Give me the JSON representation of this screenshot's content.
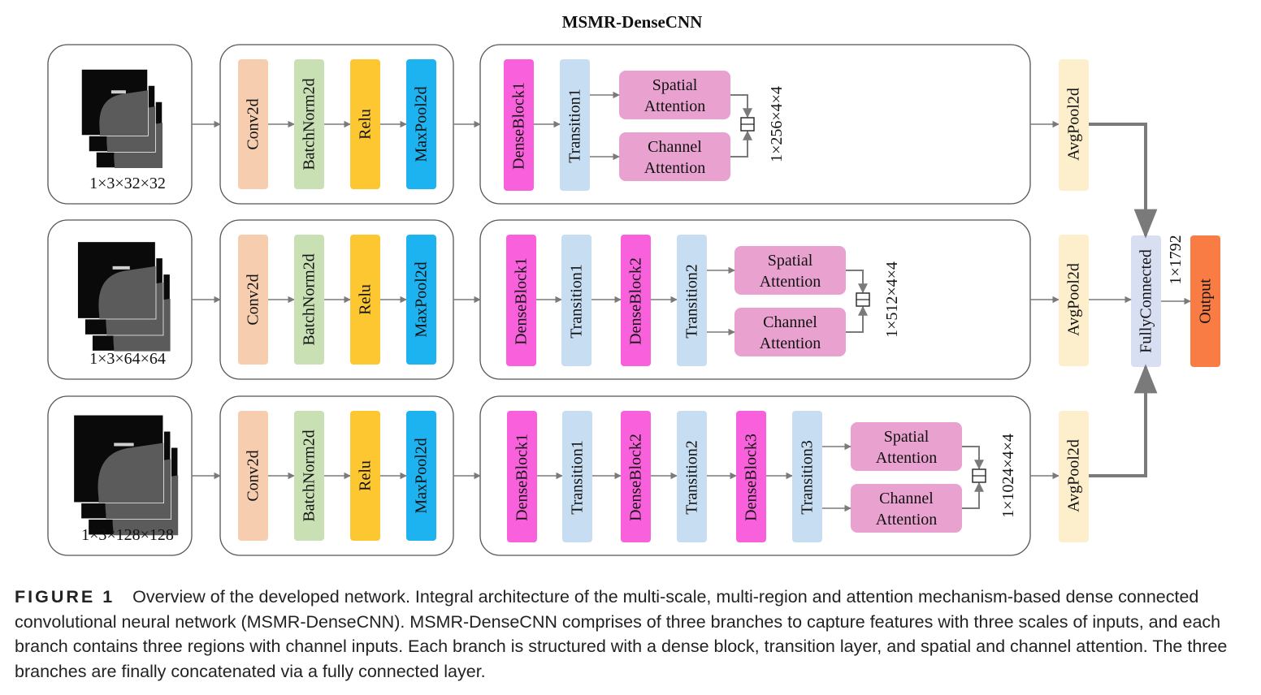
{
  "title": "MSMR-DenseCNN",
  "colors": {
    "conv": "#f7cdb0",
    "bn": "#c8e0b4",
    "relu": "#fdc731",
    "maxpool": "#1db2f0",
    "dense": "#f961dc",
    "trans": "#c7ddf2",
    "attn": "#e9a2d0",
    "avg": "#fdefcc",
    "fc": "#d8dff2",
    "output": "#f97c45",
    "arrow": "#7a7a7a",
    "border": "#555555"
  },
  "branches": [
    {
      "input_size": "1×3×32×32",
      "stem": [
        "Conv2d",
        "BatchNorm2d",
        "Relu",
        "MaxPool2d"
      ],
      "blocks": [
        {
          "type": "dense",
          "label": "DenseBlock1"
        },
        {
          "type": "trans",
          "label": "Transition1"
        }
      ],
      "attention": [
        "Spatial Attention",
        "Channel Attention"
      ],
      "out_size": "1×256×4×4",
      "pool": "AvgPool2d"
    },
    {
      "input_size": "1×3×64×64",
      "stem": [
        "Conv2d",
        "BatchNorm2d",
        "Relu",
        "MaxPool2d"
      ],
      "blocks": [
        {
          "type": "dense",
          "label": "DenseBlock1"
        },
        {
          "type": "trans",
          "label": "Transition1"
        },
        {
          "type": "dense",
          "label": "DenseBlock2"
        },
        {
          "type": "trans",
          "label": "Transition2"
        }
      ],
      "attention": [
        "Spatial Attention",
        "Channel Attention"
      ],
      "out_size": "1×512×4×4",
      "pool": "AvgPool2d"
    },
    {
      "input_size": "1×3×128×128",
      "stem": [
        "Conv2d",
        "BatchNorm2d",
        "Relu",
        "MaxPool2d"
      ],
      "blocks": [
        {
          "type": "dense",
          "label": "DenseBlock1"
        },
        {
          "type": "trans",
          "label": "Transition1"
        },
        {
          "type": "dense",
          "label": "DenseBlock2"
        },
        {
          "type": "trans",
          "label": "Transition2"
        },
        {
          "type": "dense",
          "label": "DenseBlock3"
        },
        {
          "type": "trans",
          "label": "Transition3"
        }
      ],
      "attention": [
        "Spatial Attention",
        "Channel Attention"
      ],
      "out_size": "1×1024×4×4",
      "pool": "AvgPool2d"
    }
  ],
  "fc": {
    "label": "FullyConnected",
    "size": "1×1792"
  },
  "output": {
    "label": "Output"
  },
  "caption": {
    "figure_label": "FIGURE 1",
    "text": "Overview of the developed network. Integral architecture of the multi-scale, multi-region and attention mechanism-based dense connected convolutional neural network (MSMR-DenseCNN). MSMR-DenseCNN comprises of three branches to capture features with three scales of inputs, and each branch contains three regions with channel inputs. Each branch is structured with a dense block, transition layer, and spatial and channel attention. The three branches are finally concatenated via a fully connected layer."
  }
}
